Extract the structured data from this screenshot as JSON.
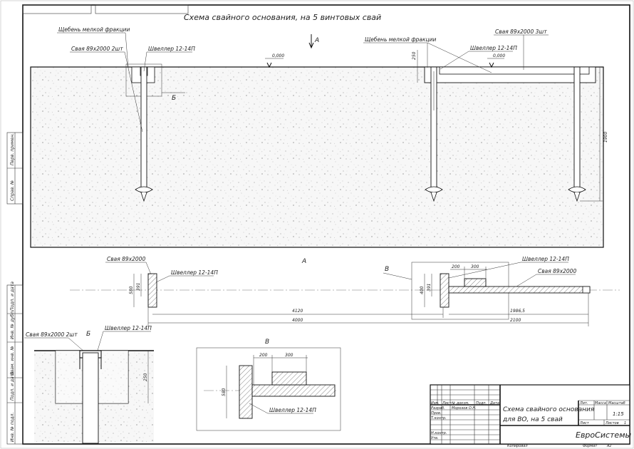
{
  "drawing": {
    "title": "Схема свайного основания, на 5 винтовых свай",
    "view_arrow_label": "А",
    "section_label_a": "А",
    "section_label_b": "Б",
    "section_label_v": "В",
    "top_view": {
      "label_gravel_left": "Щебень мелкой фракции",
      "label_piles_left": "Свая 89х2000 2шт",
      "label_channel_left": "Швеллер 12-14П",
      "label_gravel_right": "Щебень мелкой фракции",
      "label_piles_right": "Свая 89х2000 3шт",
      "label_channel_right": "Швеллер 12-14П",
      "level_left": "0,000",
      "level_right": "0,000",
      "dim_250": "250",
      "dim_1900": "1900",
      "detail_b": "Б"
    },
    "plan_view": {
      "label_pile_left": "Свая 89х2000",
      "label_channel_left": "Швеллер 12-14П",
      "label_channel_right": "Швеллер 12-14П",
      "label_pile_right": "Свая 89х2000",
      "detail_v": "В",
      "dim_580": "580",
      "dim_391_left": "391",
      "dim_400": "400",
      "dim_391_right": "391",
      "dim_200": "200",
      "dim_300": "300",
      "dim_4120": "4120",
      "dim_4000": "4000",
      "dim_1986_5": "1986,5",
      "dim_2100": "2100"
    },
    "detail_b_view": {
      "label_piles": "Свая 89х2000 2шт",
      "label_channel": "Швеллер 12-14П",
      "title": "Б",
      "dim_250": "250"
    },
    "detail_v_view": {
      "title": "В",
      "dim_200": "200",
      "dim_300": "300",
      "dim_580": "580",
      "label_channel": "Швеллер 12-14П"
    }
  },
  "title_block": {
    "doc_name_line1": "Схема свайного основания",
    "doc_name_line2": "для ВО, на 5 свай",
    "company": "ЕвроСистемы",
    "col_lit": "Лит.",
    "col_mass": "Масса",
    "col_scale": "Масштаб",
    "scale_value": "1:15",
    "sheet_label": "Лист",
    "sheets_label": "Листов",
    "sheets_value": "1",
    "row_izm": "Изм.",
    "row_list": "Лист",
    "row_ndok": "№ докум.",
    "row_podp": "Подп.",
    "row_data": "Дата",
    "row_razrab": "Разраб.",
    "razrab_name": "Морозов О.Н.",
    "row_prov": "Пров.",
    "row_tkontr": "Т.контр.",
    "row_nkontr": "Н.контр.",
    "row_utv": "Утв.",
    "footer_copied": "Копировал",
    "footer_format": "Формат",
    "format_value": "А2"
  },
  "side_stamp": {
    "perv_primen": "Перв. примен.",
    "sprav_no": "Справ. №",
    "podp_data_1": "Подп. и дата",
    "inv_dubl": "Инв. № дубл.",
    "vzam_inv": "Взам. инв. №",
    "podp_data_2": "Подп. и дата",
    "inv_podl": "Инв. № подл."
  }
}
